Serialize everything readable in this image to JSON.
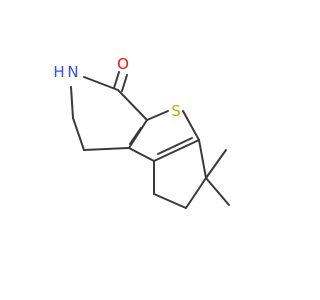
{
  "molecule": {
    "atoms": {
      "oxygen": {
        "symbol": "O",
        "color": "#ff0d0d"
      },
      "nitrogen": {
        "symbol": "N",
        "color": "#3050f8"
      },
      "hydrogen_on_n": {
        "symbol": "H",
        "color": "#3050f8"
      },
      "sulfur": {
        "symbol": "S",
        "color": "#c8a800"
      }
    },
    "bond_color": "#3a3a3a"
  }
}
